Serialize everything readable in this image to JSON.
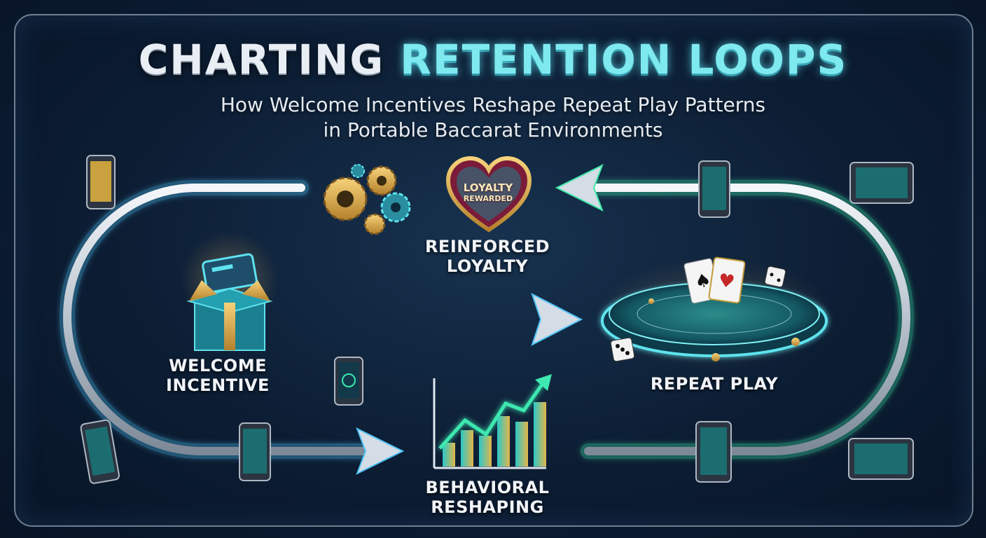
{
  "title": {
    "part1": "CHARTING",
    "part2": "RETENTION LOOPS"
  },
  "subtitle": {
    "line1": "How Welcome Incentives Reshape Repeat Play Patterns",
    "line2": "in Portable Baccarat Environments"
  },
  "badge": {
    "line1": "LOYALTY",
    "line2": "REWARDED"
  },
  "stages": {
    "welcome": {
      "line1": "WELCOME",
      "line2": "INCENTIVE"
    },
    "reshaping": {
      "line1": "BEHAVIORAL",
      "line2": "RESHAPING"
    },
    "repeat": {
      "line1": "REPEAT PLAY"
    },
    "loyalty": {
      "line1": "REINFORCED",
      "line2": "LOYALTY"
    }
  },
  "colors": {
    "loop_blue": "#4fc3f7",
    "loop_green": "#3ee8a8",
    "title_accent": "#7fe9f0",
    "gold": "#e8b04a",
    "silver": "#c9d2dc"
  },
  "icons": [
    "gift-box-icon",
    "gears-icon",
    "heart-badge-icon",
    "growth-chart-icon",
    "baccarat-table-icon",
    "smartphone-icon",
    "tablet-icon",
    "dice-icon",
    "playing-cards-icon"
  ]
}
